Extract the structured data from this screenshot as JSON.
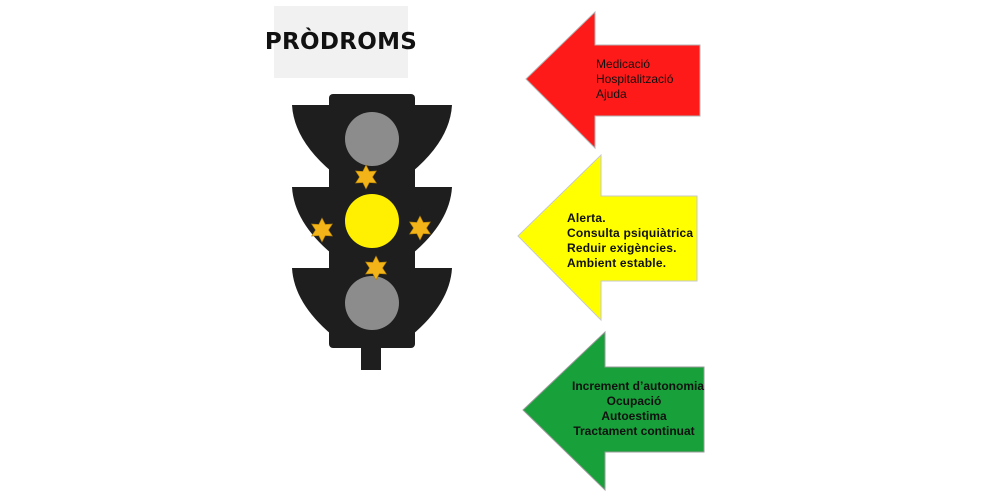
{
  "title": "PRÒDROMS",
  "arrows": [
    {
      "id": "red",
      "color": "#ff1a1a",
      "lines": [
        "Medicació",
        "Hospitalització",
        "Ajuda"
      ]
    },
    {
      "id": "yellow",
      "color": "#ffff00",
      "lines": [
        "Alerta.",
        "Consulta psiquiàtrica",
        "Reduir exigències.",
        "Ambient estable."
      ]
    },
    {
      "id": "green",
      "color": "#18a03a",
      "lines": [
        "Increment d’autonomia",
        "Ocupació",
        "Autoestima",
        "Tractament continuat"
      ]
    }
  ],
  "traffic_light": {
    "body_color": "#1e1e1e",
    "lamp_off_color": "#8c8c8c",
    "lamp_on_color": "#ffef00",
    "star_color": "#f2b418",
    "lamps": [
      {
        "position": "top",
        "state": "off"
      },
      {
        "position": "middle",
        "state": "on"
      },
      {
        "position": "bottom",
        "state": "off"
      }
    ]
  }
}
